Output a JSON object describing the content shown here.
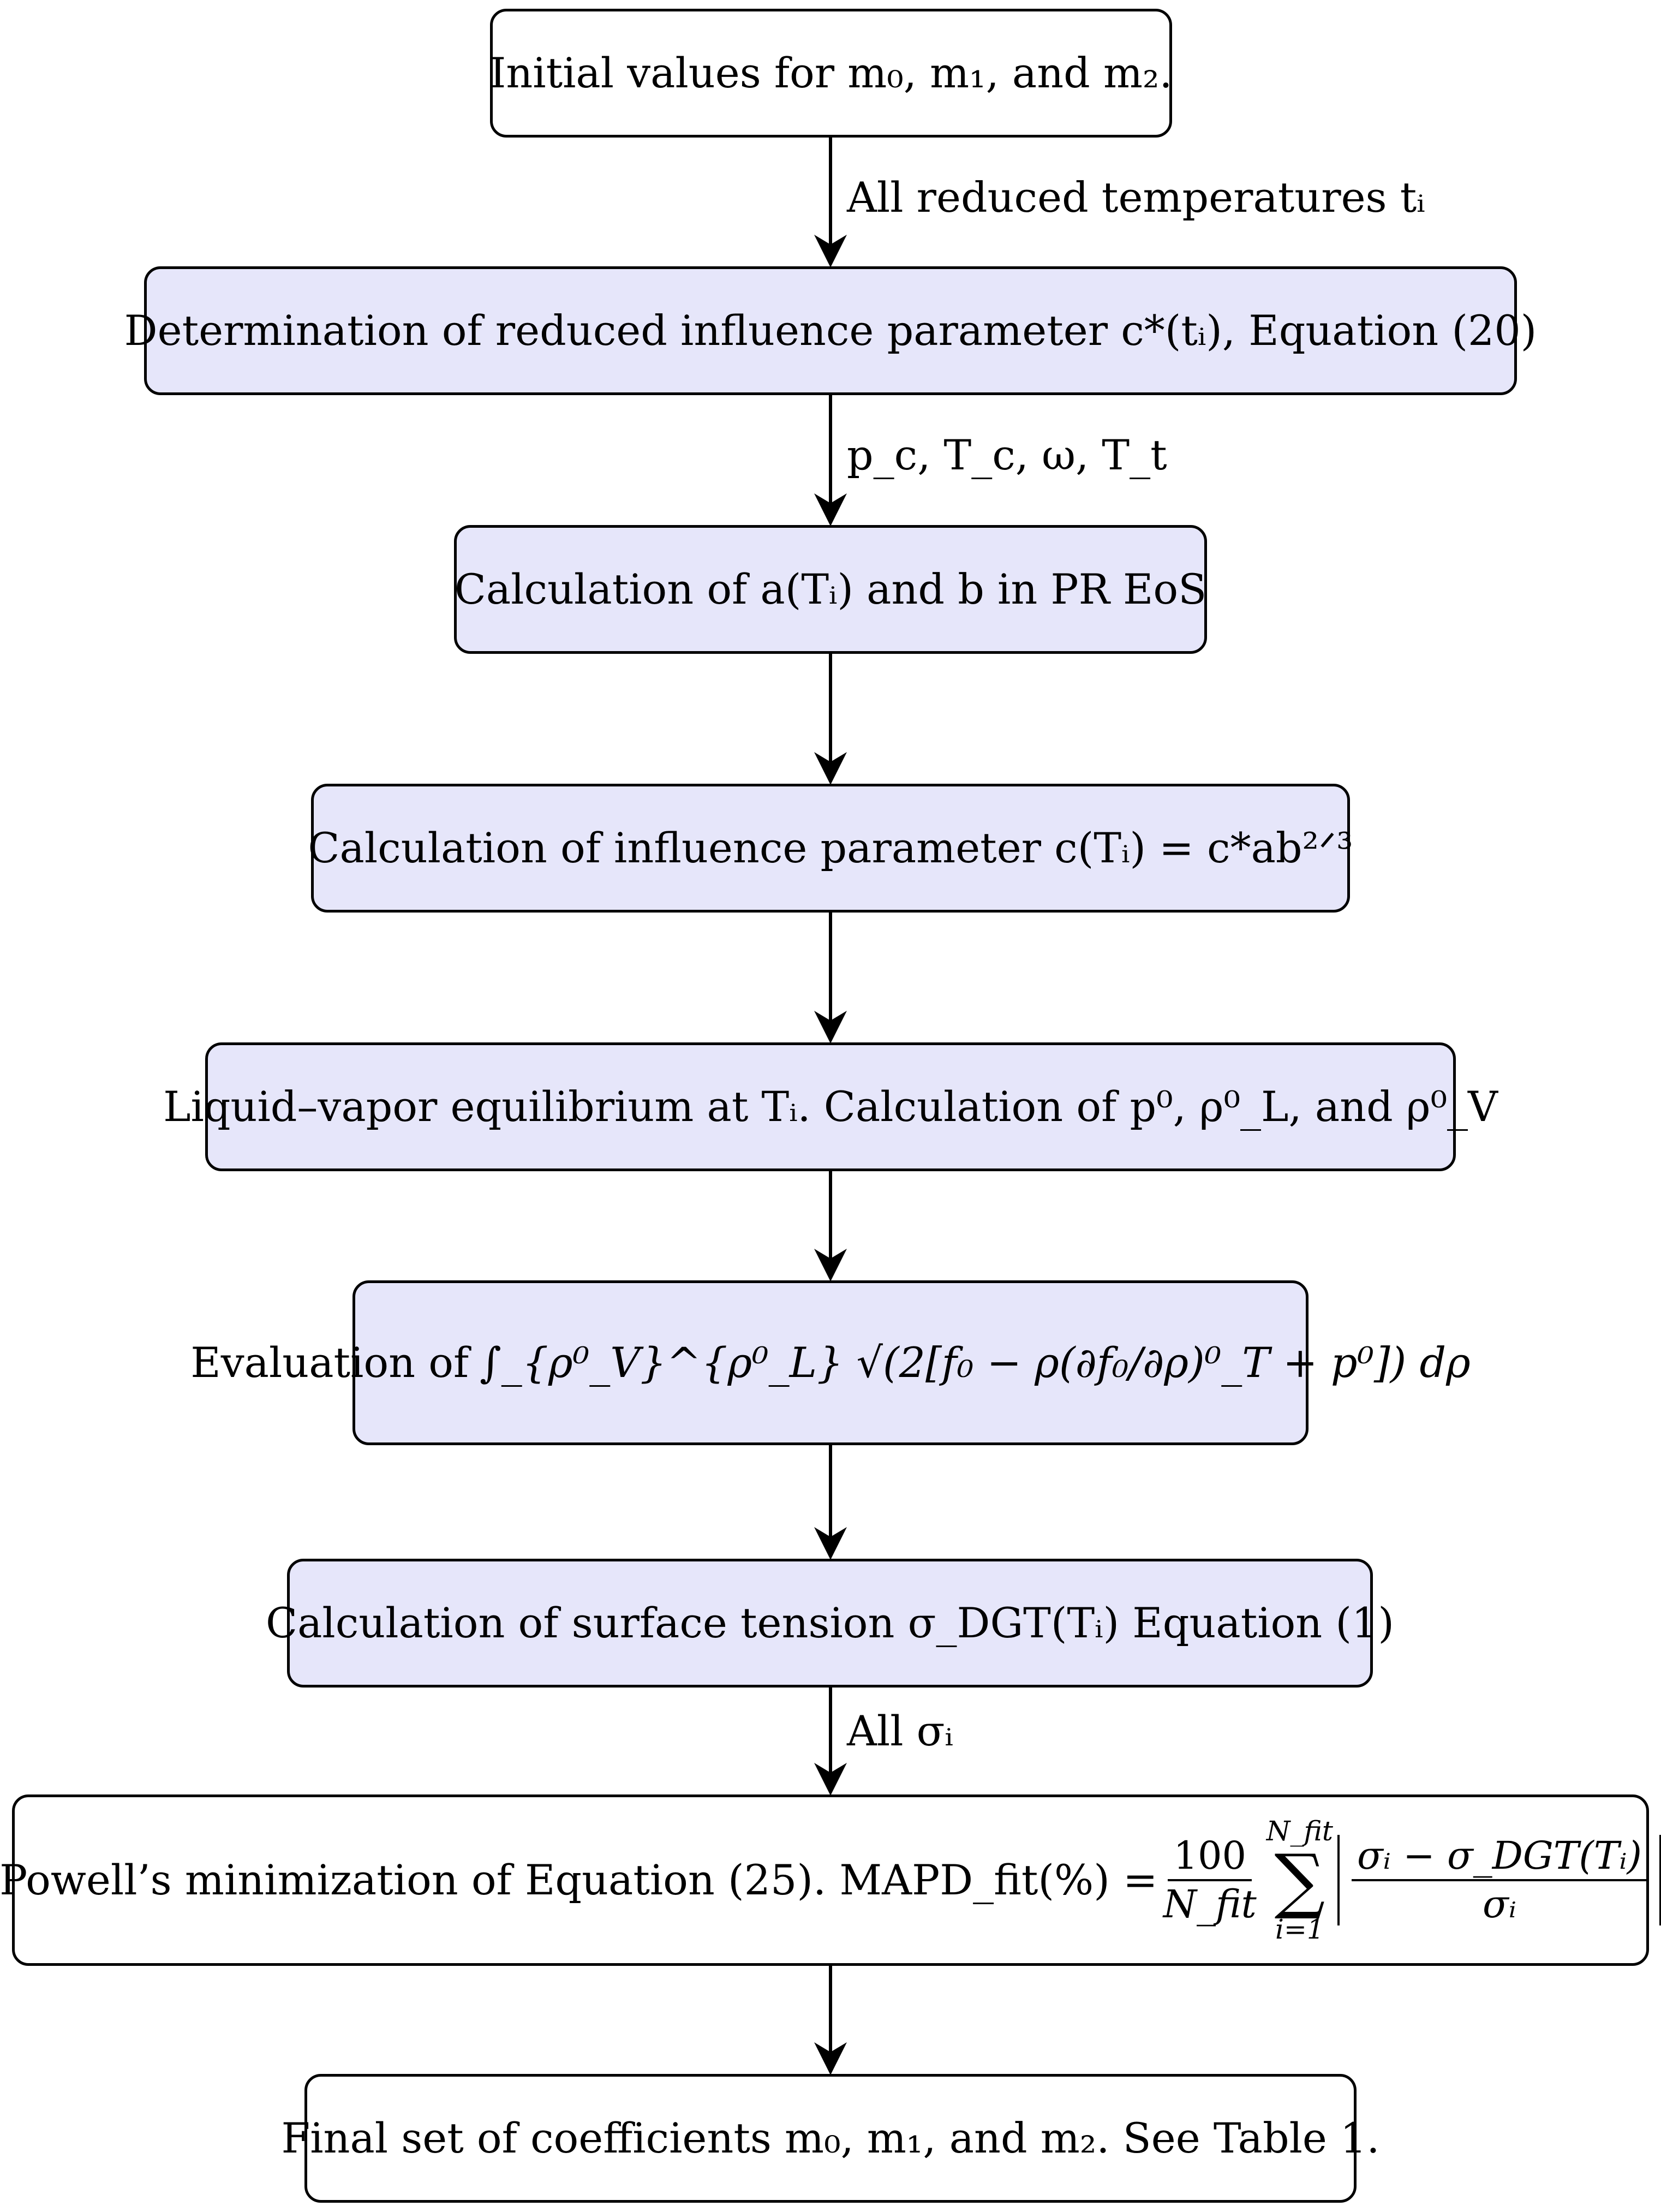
{
  "flowchart": {
    "nodes": [
      {
        "id": "init",
        "text": "Initial values for m₀, m₁, and m₂.",
        "style": "white"
      },
      {
        "id": "reduced-c",
        "text": "Determination of reduced influence parameter c*(tᵢ), Equation (20)",
        "style": "lavender"
      },
      {
        "id": "pr-eos",
        "text": "Calculation of a(Tᵢ) and b in PR EoS",
        "style": "lavender"
      },
      {
        "id": "influence",
        "text": "Calculation of influence parameter c(Tᵢ) = c*ab²ᐟ³",
        "style": "lavender"
      },
      {
        "id": "lve",
        "text": "Liquid–vapor equilibrium at Tᵢ. Calculation of p⁰, ρ⁰_L, and ρ⁰_V",
        "style": "lavender"
      },
      {
        "id": "integral",
        "text": "Evaluation of",
        "formula": "∫_{ρ⁰_V}^{ρ⁰_L} √(2[f₀ − ρ(∂f₀/∂ρ)⁰_T + p⁰]) dρ",
        "style": "lavender"
      },
      {
        "id": "surface-tension",
        "text": "Calculation of surface tension σ_DGT(Tᵢ) Equation  (1)",
        "style": "lavender"
      },
      {
        "id": "powell",
        "text": "Powell’s minimization of Equation (25). MAPD_fit(%) =",
        "formula_parts": {
          "num": "100",
          "den": "N_fit",
          "sum_top": "N_fit",
          "sum_bottom": "i=1",
          "inner_num": "σᵢ − σ_DGT(Tᵢ)",
          "inner_den": "σᵢ"
        },
        "style": "white"
      },
      {
        "id": "final",
        "text": "Final set of coefficients m₀, m₁, and m₂. See Table 1.",
        "style": "white"
      }
    ],
    "edge_labels": [
      "All reduced temperatures tᵢ",
      "p_c, T_c, ω, T_t",
      "All σᵢ"
    ],
    "colors": {
      "lavender": "#e6e6fa",
      "white": "#ffffff",
      "stroke": "#000000"
    }
  }
}
